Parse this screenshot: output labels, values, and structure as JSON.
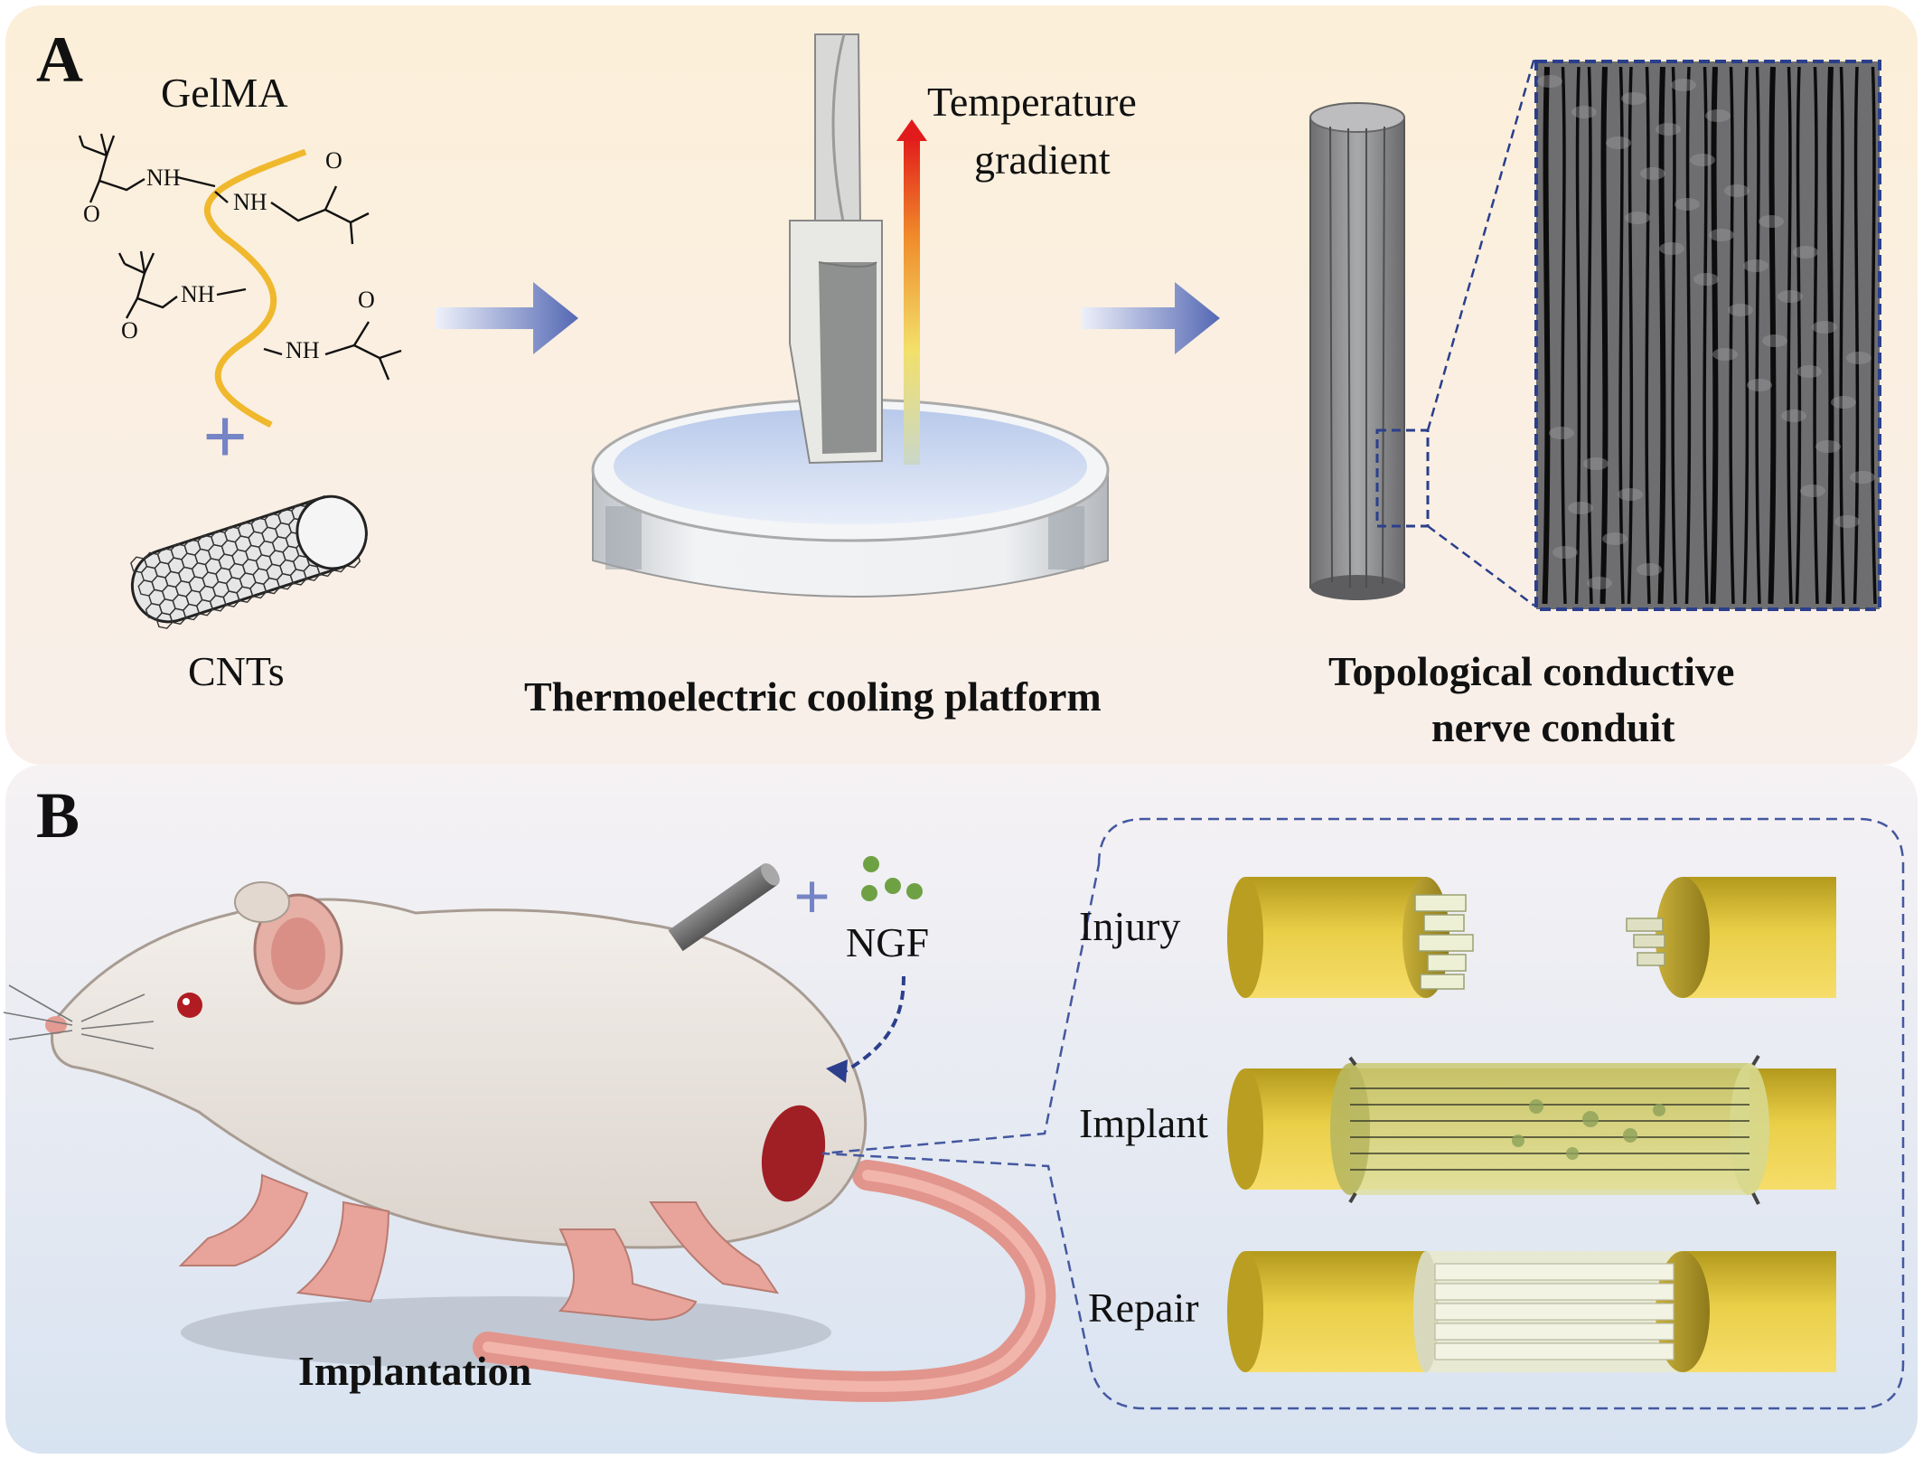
{
  "panel_a": {
    "label": "A",
    "gelma_label": "GelMA",
    "chem_labels": {
      "nh": "NH",
      "o": "O"
    },
    "plus": "+",
    "cnts_label": "CNTs",
    "gradient_label_1": "Temperature",
    "gradient_label_2": "gradient",
    "platform_label": "Thermoelectric cooling platform",
    "conduit_label_1": "Topological conductive",
    "conduit_label_2": "nerve conduit"
  },
  "panel_b": {
    "label": "B",
    "plus": "+",
    "ngf_label": "NGF",
    "implantation_label": "Implantation",
    "stages": [
      {
        "label": "Injury"
      },
      {
        "label": "Implant"
      },
      {
        "label": "Repair"
      }
    ]
  },
  "colors": {
    "panel_a_top": "#fcf0dc",
    "panel_a_bottom": "#f8eee8",
    "panel_b_top": "#f4f1f4",
    "panel_b_bottom": "#dce6f2",
    "arrow": "#5a6fb8",
    "nerve_yellow": "#d9bf3a",
    "wound": "#a01f24",
    "chain": "#f0b82d"
  }
}
